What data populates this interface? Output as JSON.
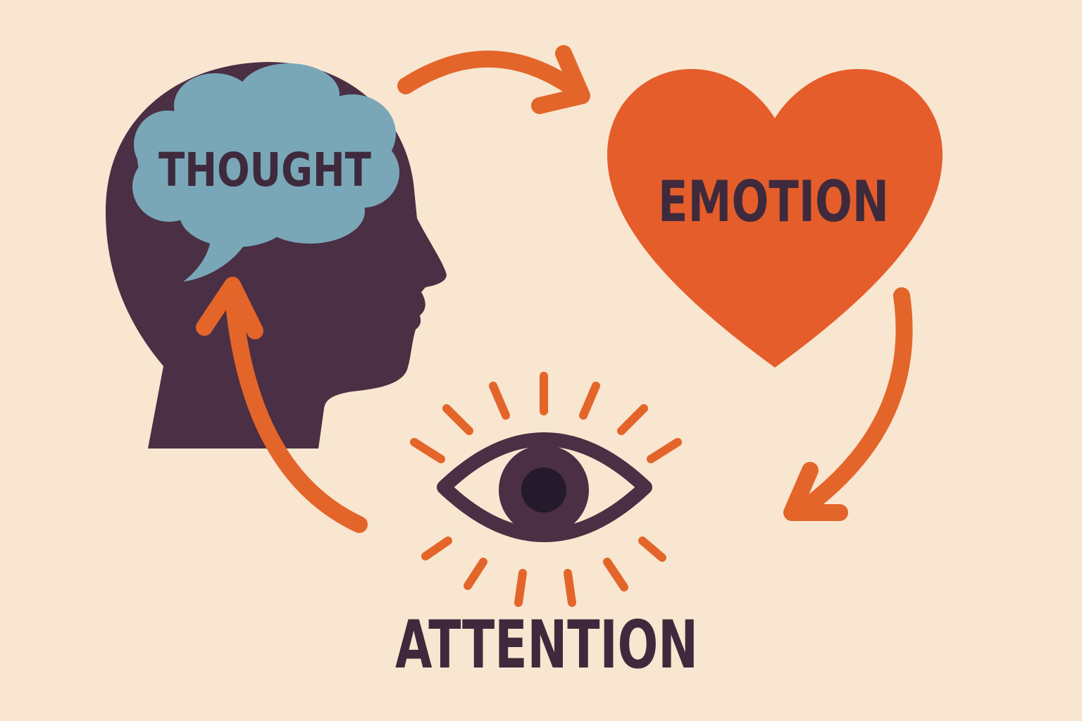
{
  "diagram": {
    "nodes": {
      "thought": {
        "label": "THOUGHT",
        "icon": "head-with-thought-cloud-icon"
      },
      "emotion": {
        "label": "EMOTION",
        "icon": "heart-icon"
      },
      "attention": {
        "label": "ATTENTION",
        "icon": "eye-icon"
      }
    },
    "edges": [
      {
        "from": "thought",
        "to": "emotion"
      },
      {
        "from": "emotion",
        "to": "attention"
      },
      {
        "from": "attention",
        "to": "thought"
      }
    ]
  },
  "colors": {
    "background": "#f8e6d0",
    "head": "#4a2f45",
    "cloud": "#79a7b7",
    "heart": "#e55d2a",
    "arrow": "#e3652a",
    "text": "#3e2a3c",
    "eye_outline": "#4a2f45",
    "iris": "#4a2f45",
    "pupil": "#241a2c",
    "eye_rays": "#e3652a"
  }
}
